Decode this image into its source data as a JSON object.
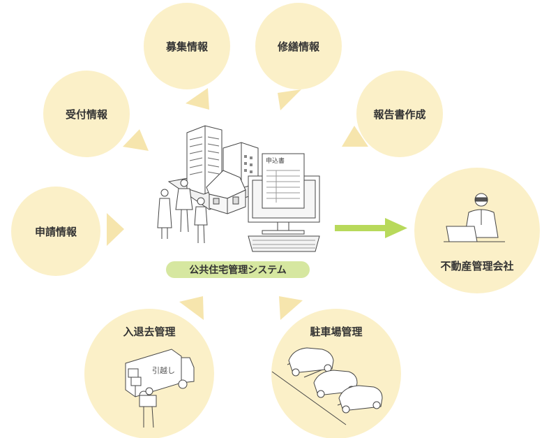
{
  "colors": {
    "bubble": "#fbf0c8",
    "pointer": "#f6e5ad",
    "system_badge": "#d6e7a0",
    "arrow": "#b8d95b",
    "line": "#444444"
  },
  "bubbles": {
    "boshu": "募集情報",
    "shuzen": "修繕情報",
    "uketsuke": "受付情報",
    "hokokusho": "報告書作成",
    "shinsei": "申請情報",
    "fudosan": "不動産管理会社",
    "nyutaikyo": "入退去管理",
    "chushajo": "駐車場管理"
  },
  "system": {
    "label": "公共住宅管理システム"
  },
  "illustration": {
    "form_title": "申込書",
    "truck_text": "引越し"
  }
}
